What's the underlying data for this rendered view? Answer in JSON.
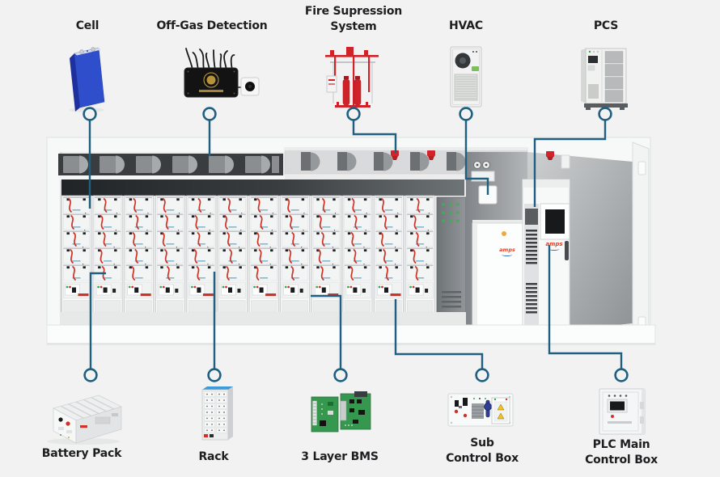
{
  "labels": {
    "cell": "Cell",
    "off_gas_detection": "Off-Gas Detection",
    "fire_suppression_line1": "Fire Supression",
    "fire_suppression_line2": "System",
    "hvac": "HVAC",
    "pcs": "PCS",
    "battery_pack": "Battery Pack",
    "rack": "Rack",
    "three_layer_bms": "3 Layer BMS",
    "sub_control_line1": "Sub",
    "sub_control_line2": "Control Box",
    "plc_main_line1": "PLC Main",
    "plc_main_line2": "Control Box"
  },
  "brand": {
    "amps": "amps"
  },
  "colors": {
    "background": "#f2f2f3",
    "connector_line": "#1f5f80",
    "label_text": "#1d1e20",
    "cable_red": "#cf3227",
    "sprinkler_red": "#d2232a",
    "cell_blue": "#2f4ecb",
    "rack_top_blue": "#3f9bd8",
    "pcb_green": "#35984e",
    "amps_logo_red": "#e0432d",
    "amps_logo_blue": "#2f6db6"
  }
}
